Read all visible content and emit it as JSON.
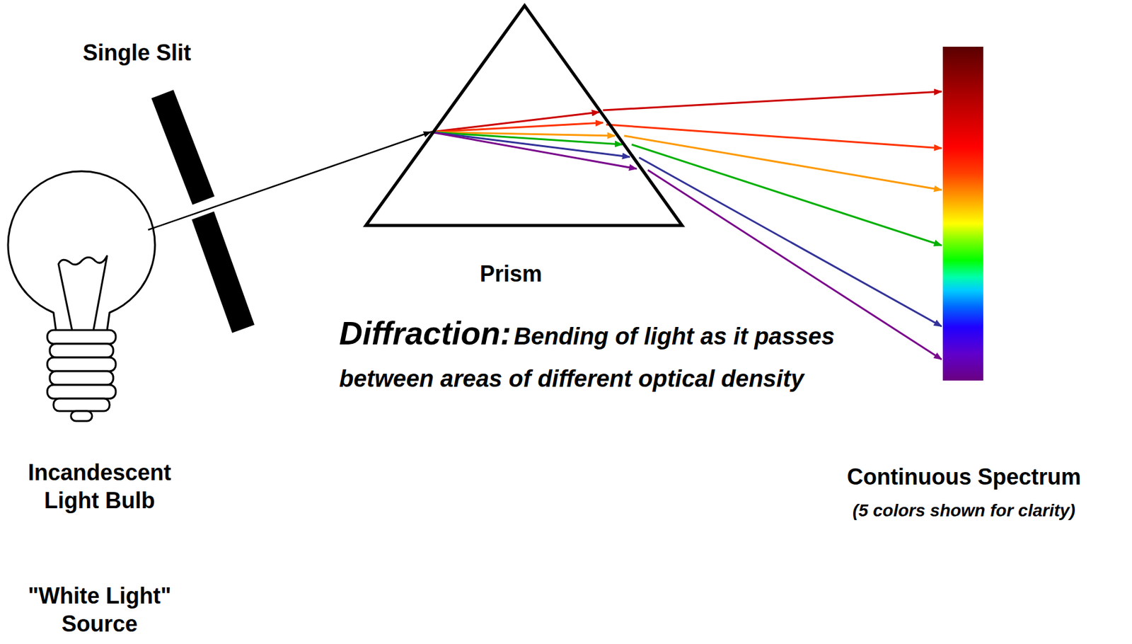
{
  "diagram": {
    "nodes": [
      {
        "text": [
          "Incandescent Light Bulb",
          "\"White Light\" Source"
        ]
      },
      {
        "text": [
          "Single Slit"
        ]
      },
      {
        "text": [
          "Prism"
        ]
      },
      {
        "text": [
          "Continuous Spectrum",
          "(5 colors shown for clarity)"
        ]
      }
    ],
    "edges": [
      {
        "from": 0,
        "to": 2,
        "arrow": "to"
      },
      {
        "from": 2,
        "to": 3,
        "arrow": "to"
      },
      {
        "from": 2,
        "to": 3,
        "arrow": "to"
      },
      {
        "from": 2,
        "to": 3,
        "arrow": "to"
      },
      {
        "from": 2,
        "to": 3,
        "arrow": "to"
      },
      {
        "from": 2,
        "to": 3,
        "arrow": "to"
      },
      {
        "from": 2,
        "to": 3,
        "arrow": "to"
      }
    ],
    "labels": [
      "Diffraction:",
      "Bending of light as it passes between areas of different optical density"
    ]
  }
}
